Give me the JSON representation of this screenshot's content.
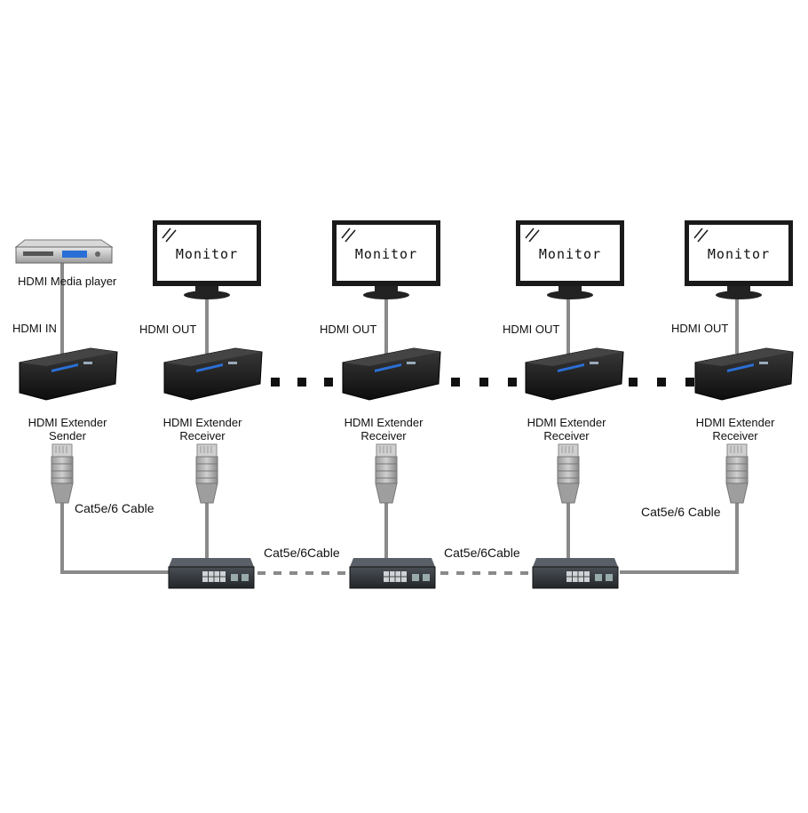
{
  "media_player": {
    "label": "HDMI Media player",
    "port_label": "HDMI IN"
  },
  "sender": {
    "line1": "HDMI Extender",
    "line2": "Sender"
  },
  "monitors": [
    {
      "screen_text": "Monitor",
      "port_label": "HDMI OUT"
    },
    {
      "screen_text": "Monitor",
      "port_label": "HDMI OUT"
    },
    {
      "screen_text": "Monitor",
      "port_label": "HDMI OUT"
    },
    {
      "screen_text": "Monitor",
      "port_label": "HDMI OUT"
    }
  ],
  "receivers": [
    {
      "line1": "HDMI Extender",
      "line2": "Receiver"
    },
    {
      "line1": "HDMI Extender",
      "line2": "Receiver"
    },
    {
      "line1": "HDMI Extender",
      "line2": "Receiver"
    },
    {
      "line1": "HDMI Extender",
      "line2": "Receiver"
    }
  ],
  "cable_labels": {
    "sender_side": "Cat5e/6 Cable",
    "switch_link_1": "Cat5e/6Cable",
    "switch_link_2": "Cat5e/6Cable",
    "receiver_side": "Cat5e/6 Cable"
  },
  "colors": {
    "cable": "#8a8a8a",
    "device": "#1c1c1c",
    "accent": "#2a6fd6",
    "monitor_frame": "#1a1a1a"
  }
}
